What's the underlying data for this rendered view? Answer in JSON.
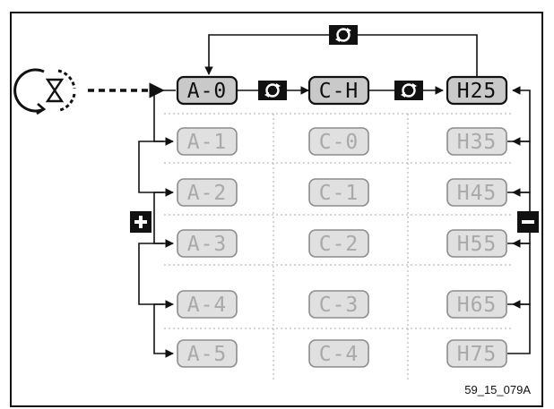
{
  "diagram": {
    "column_a": [
      "A-0",
      "A-1",
      "A-2",
      "A-3",
      "A-4",
      "A-5"
    ],
    "column_c": [
      "C-H",
      "C-0",
      "C-1",
      "C-2",
      "C-3",
      "C-4"
    ],
    "column_h": [
      "H25",
      "H35",
      "H45",
      "H55",
      "H65",
      "H75"
    ],
    "plus_label": "+",
    "minus_label": "−",
    "figure_code": "59_15_079A",
    "icons": {
      "cycle": "cycle-icon",
      "hourglass": "hourglass-timer-icon",
      "plus": "plus-button-icon",
      "minus": "minus-button-icon"
    },
    "colors": {
      "active_fill": "#c9c9c9",
      "inactive_fill": "#e0e0e0",
      "inactive_text": "#a9a9a9",
      "ink": "#111111"
    }
  }
}
